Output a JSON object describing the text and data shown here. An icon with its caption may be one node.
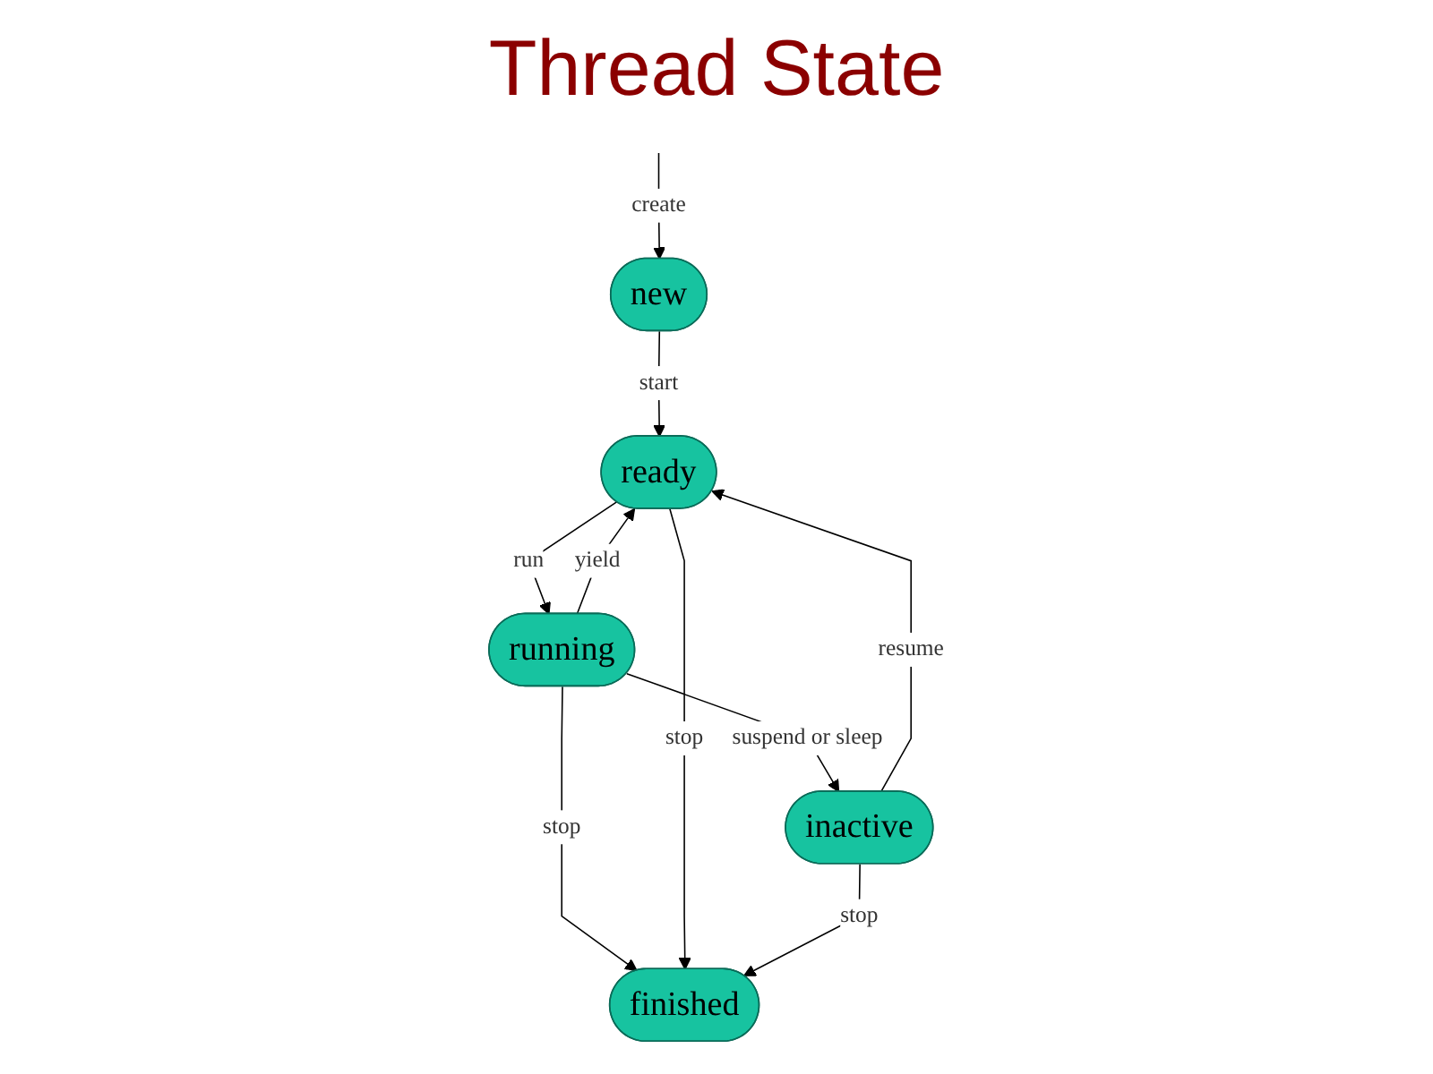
{
  "diagram": {
    "title": "Thread State",
    "nodes": [
      {
        "text": [
          "new"
        ]
      },
      {
        "text": [
          "running"
        ]
      },
      {
        "text": [
          "ready"
        ]
      },
      {
        "text": [
          "inactive"
        ]
      },
      {
        "text": [
          "finished"
        ]
      }
    ],
    "edges": [
      {
        "from": null,
        "to": 0,
        "arrow": "to",
        "label": "create"
      },
      {
        "from": 0,
        "to": 2,
        "arrow": "to",
        "label": "start"
      },
      {
        "from": 2,
        "to": 1,
        "arrow": "to",
        "label": "run"
      },
      {
        "from": 1,
        "to": 2,
        "arrow": "to",
        "label": "yield"
      },
      {
        "from": 1,
        "to": 3,
        "arrow": "to",
        "label": "suspend or sleep"
      },
      {
        "from": 3,
        "to": 2,
        "arrow": "to",
        "label": "resume"
      },
      {
        "from": 1,
        "to": 4,
        "arrow": "to",
        "label": "stop"
      },
      {
        "from": 2,
        "to": 4,
        "arrow": "to",
        "label": "stop"
      },
      {
        "from": 3,
        "to": 4,
        "arrow": "to",
        "label": "stop"
      }
    ]
  }
}
